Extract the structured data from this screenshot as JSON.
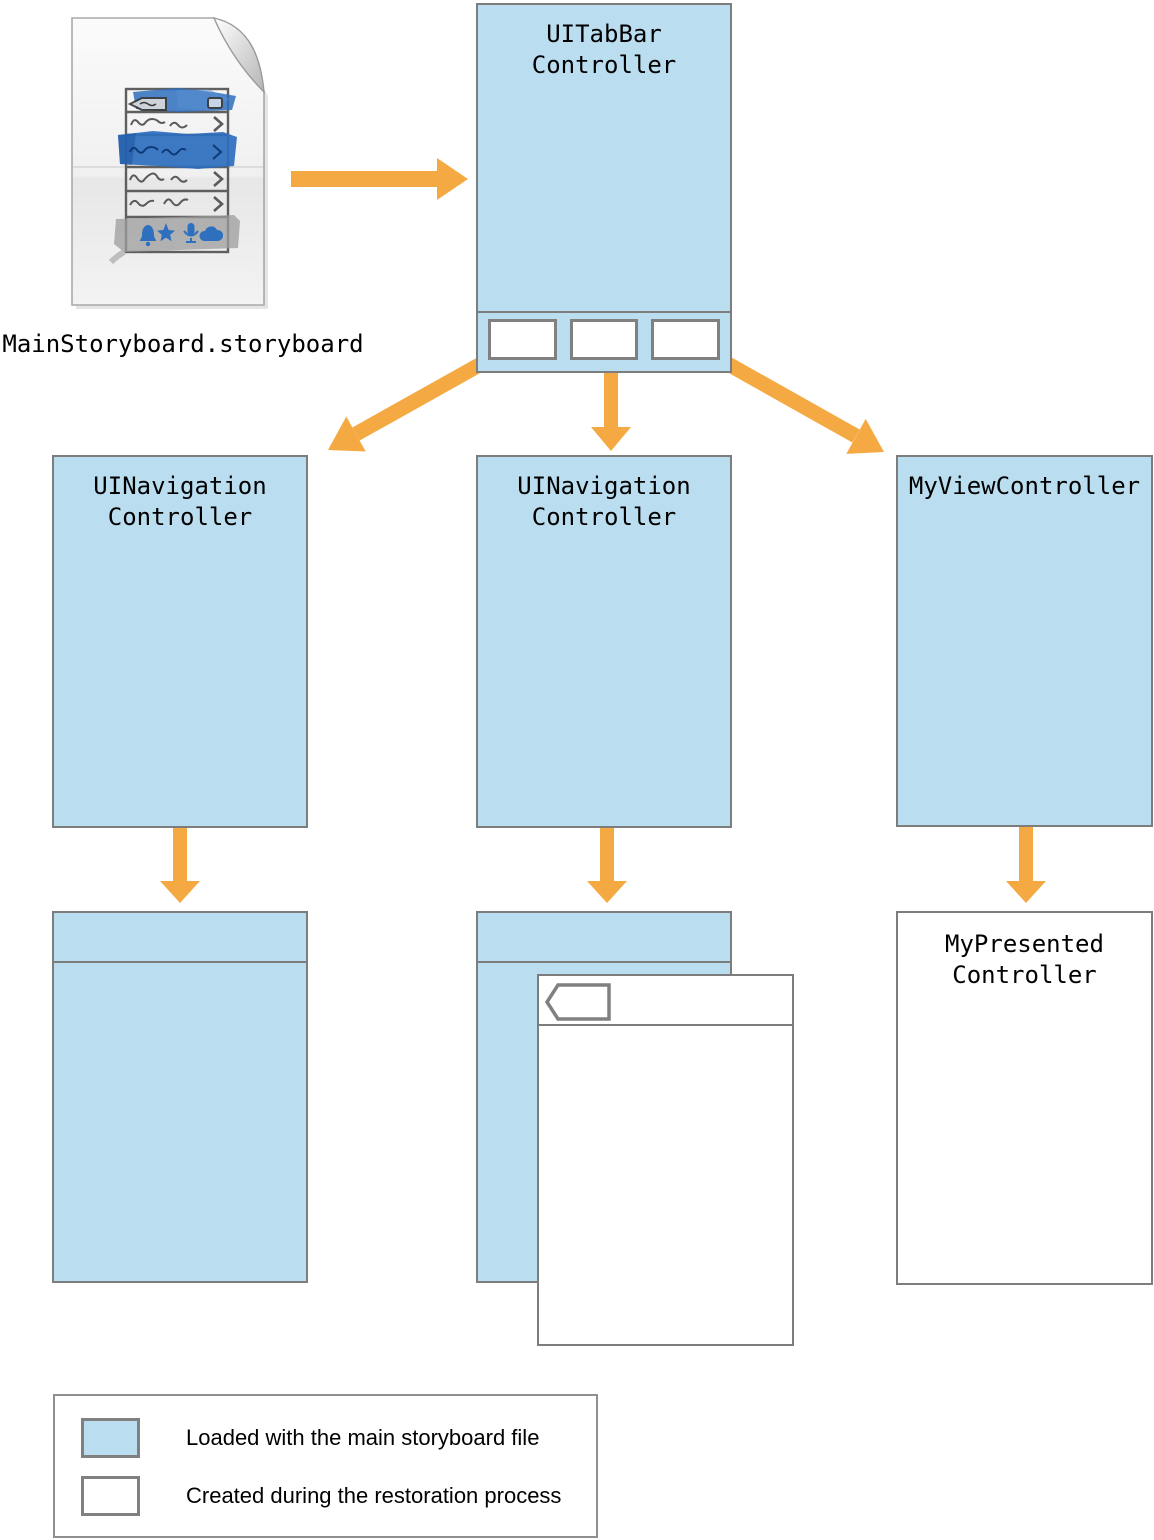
{
  "palette": {
    "storyboard_blue": "#badef0",
    "restored_white": "#ffffff",
    "arrow_orange": "#f5a942",
    "box_border_gray": "#7d7d7d",
    "sketch_marker_blue": "#2e6fbe"
  },
  "storyboard_file": {
    "label": "MainStoryboard.storyboard",
    "icon": "storyboard-document-icon"
  },
  "nodes": {
    "tab_bar_controller": {
      "line1": "UITabBar",
      "line2": "Controller"
    },
    "nav_controller_left": {
      "line1": "UINavigation",
      "line2": "Controller"
    },
    "nav_controller_middle": {
      "line1": "UINavigation",
      "line2": "Controller"
    },
    "my_view_controller": {
      "line1": "MyViewController",
      "line2": ""
    },
    "my_presented_controller": {
      "line1": "MyPresented",
      "line2": "Controller"
    }
  },
  "legend": {
    "items": [
      {
        "swatch_color": "#badef0",
        "label": "Loaded with the main storyboard file"
      },
      {
        "swatch_color": "#ffffff",
        "label": "Created during the restoration process"
      }
    ]
  }
}
